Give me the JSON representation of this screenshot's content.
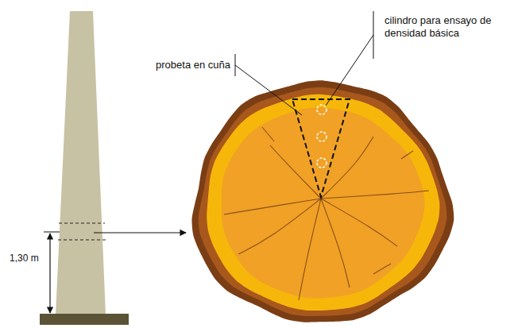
{
  "diagram": {
    "labels": [
      "probeta en cuña",
      "cilindro para ensayo de densidad básica",
      "1,30 m"
    ]
  }
}
